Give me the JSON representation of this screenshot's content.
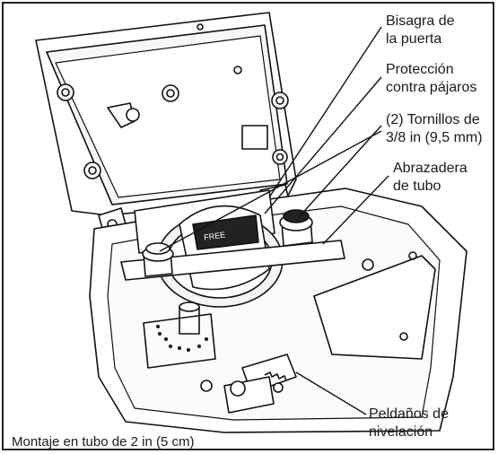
{
  "labels": {
    "hinge": [
      "Bisagra de",
      "la puerta"
    ],
    "bird": [
      "Protección",
      "contra pájaros"
    ],
    "bolts": [
      "(2) Tornillos de",
      "3/8 in (9,5 mm)"
    ],
    "clamp": [
      "Abrazadera",
      "de tubo"
    ],
    "steps": [
      "Peldaños de",
      "nivelación"
    ]
  },
  "caption": "Montaje en tubo de 2 in (5 cm)",
  "logo_text": "FREE"
}
